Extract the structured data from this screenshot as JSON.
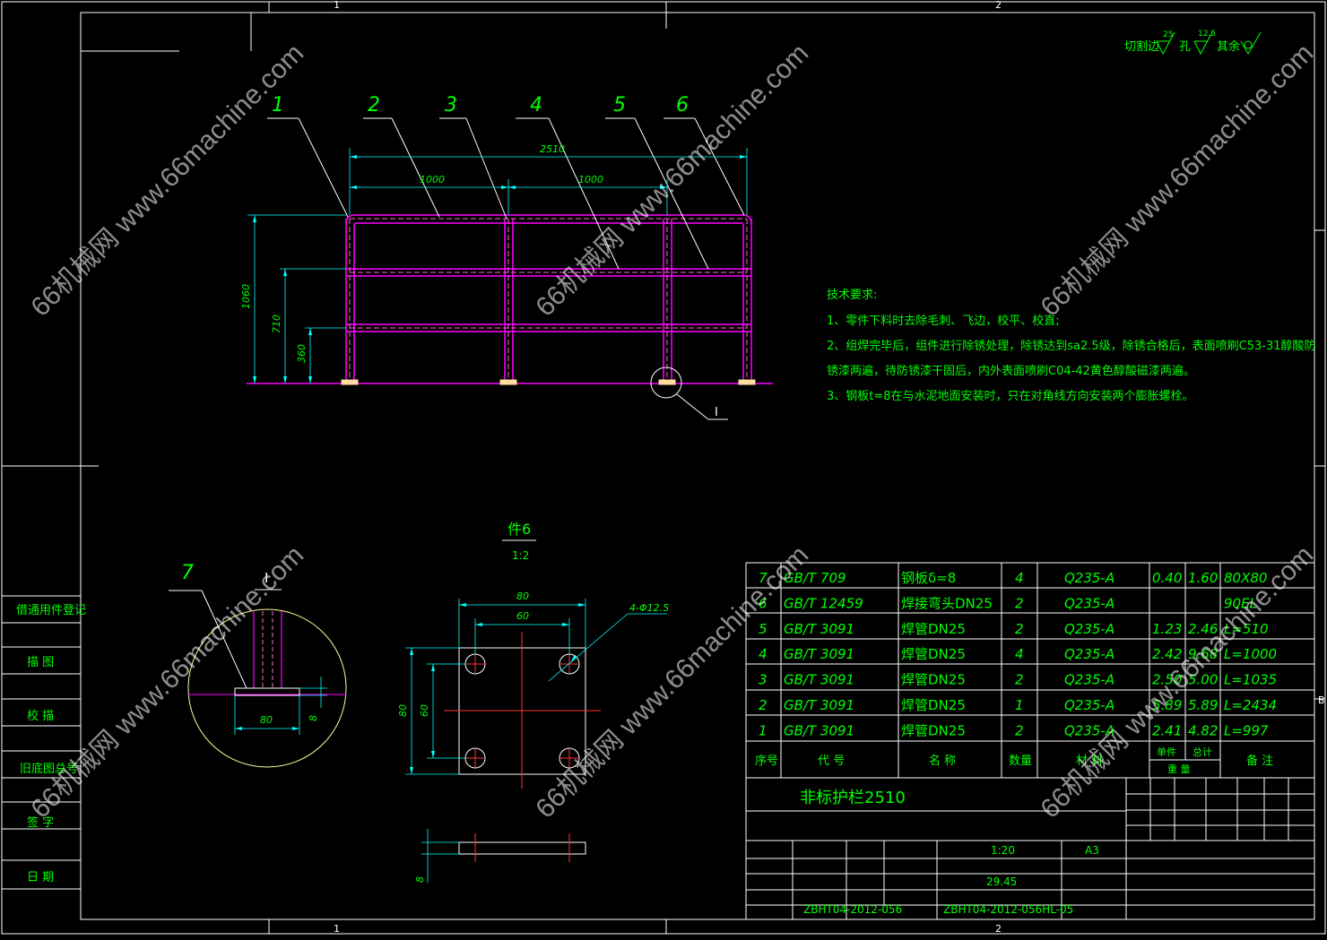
{
  "border": {
    "zone_top_1": "1",
    "zone_top_2": "2",
    "zone_bottom_1": "1",
    "zone_bottom_2": "2",
    "zone_right_b": "B"
  },
  "roughness": {
    "cut_edge_label": "切割边",
    "cut_edge_value": "25",
    "hole_label": "孔",
    "hole_value": "12.5",
    "other_label": "其余"
  },
  "callouts": [
    "1",
    "2",
    "3",
    "4",
    "5",
    "6"
  ],
  "main_view": {
    "dim_total": "2510",
    "dim_left": "1000",
    "dim_right": "1000",
    "dim_h1": "1060",
    "dim_h2": "710",
    "dim_h3": "360",
    "detail_ref": "I"
  },
  "tech_req": {
    "title": "技术要求:",
    "items": [
      "1、零件下料时去除毛刺、飞边，校平、校直;",
      "2、组焊完毕后，组件进行除锈处理，除锈达到sa2.5级，除锈合格后，表面喷刷C53-31醇酸防",
      "锈漆两遍，待防锈漆干固后，内外表面喷刷C04-42黄色醇酸磁漆两遍。",
      "3、钢板t=8在与水泥地面安装时，只在对角线方向安装两个膨胀螺栓。"
    ]
  },
  "detail_I": {
    "part_no": "7",
    "title": "I",
    "dim_width": "80",
    "dim_thick": "8"
  },
  "part6": {
    "title": "件6",
    "scale": "1:2",
    "dim_outer": "80",
    "dim_inner": "60",
    "dim_v_outer": "80",
    "dim_v_inner": "60",
    "hole_note": "4-Φ12.5",
    "dim_thick": "8"
  },
  "sidebar": {
    "labels": [
      "借通用件登记",
      "描 图",
      "校 描",
      "旧底图总号",
      "签 字",
      "日 期"
    ]
  },
  "bom": {
    "rows": [
      {
        "no": "7",
        "code": "GB/T 709",
        "name": "钢板δ=8",
        "qty": "4",
        "material": "Q235-A",
        "unit": "0.40",
        "total": "1.60",
        "note": "80X80"
      },
      {
        "no": "6",
        "code": "GB/T 12459",
        "name": "焊接弯头DN25",
        "qty": "2",
        "material": "Q235-A",
        "unit": "",
        "total": "",
        "note": "90EL"
      },
      {
        "no": "5",
        "code": "GB/T 3091",
        "name": "焊管DN25",
        "qty": "2",
        "material": "Q235-A",
        "unit": "1.23",
        "total": "2.46",
        "note": "L=510"
      },
      {
        "no": "4",
        "code": "GB/T 3091",
        "name": "焊管DN25",
        "qty": "4",
        "material": "Q235-A",
        "unit": "2.42",
        "total": "9.68",
        "note": "L=1000"
      },
      {
        "no": "3",
        "code": "GB/T 3091",
        "name": "焊管DN25",
        "qty": "2",
        "material": "Q235-A",
        "unit": "2.50",
        "total": "5.00",
        "note": "L=1035"
      },
      {
        "no": "2",
        "code": "GB/T 3091",
        "name": "焊管DN25",
        "qty": "1",
        "material": "Q235-A",
        "unit": "5.89",
        "total": "5.89",
        "note": "L=2434"
      },
      {
        "no": "1",
        "code": "GB/T 3091",
        "name": "焊管DN25",
        "qty": "2",
        "material": "Q235-A",
        "unit": "2.41",
        "total": "4.82",
        "note": "L=997"
      }
    ],
    "header": {
      "no": "序号",
      "code": "代 号",
      "name": "名 称",
      "qty": "数量",
      "material": "材 料",
      "unit": "单件",
      "total": "总计",
      "weight": "重 量",
      "note": "备 注"
    }
  },
  "title_block": {
    "name": "非标护栏2510",
    "scale": "1:20",
    "format": "A3",
    "weight": "29.45",
    "drawing_no": "ZBHT04-2012-056",
    "part_no": "ZBHT04-2012-056HL-05"
  },
  "watermark": "66机械网 www.66machine.com",
  "colors": {
    "border": "#ffffff",
    "dim": "#00ffff",
    "text": "#00ff00",
    "pipe": "#ff00ff",
    "pipe_hidden": "#ff66cc",
    "circle": "#ffff99",
    "center": "#ff3333"
  }
}
